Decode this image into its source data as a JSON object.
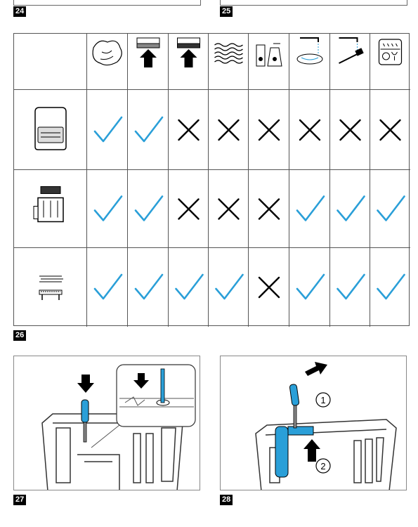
{
  "figures": {
    "fig24": {
      "number": "24"
    },
    "fig25": {
      "number": "25"
    },
    "fig26": {
      "number": "26"
    },
    "fig27": {
      "number": "27"
    },
    "fig28": {
      "number": "28"
    }
  },
  "cleaning_table": {
    "columns": [
      {
        "icon": "soft-cloth-icon"
      },
      {
        "icon": "soft-sponge-icon"
      },
      {
        "icon": "scouring-sponge-icon"
      },
      {
        "icon": "steel-wool-icon"
      },
      {
        "icon": "cleaning-spray-icon"
      },
      {
        "icon": "rinse-in-water-icon"
      },
      {
        "icon": "brush-under-tap-icon"
      },
      {
        "icon": "dishwasher-icon"
      }
    ],
    "rows": [
      {
        "item": "air-fryer-body-icon",
        "marks": [
          "check",
          "check",
          "cross",
          "cross",
          "cross",
          "cross",
          "cross",
          "cross"
        ]
      },
      {
        "item": "basket-and-insert-icon",
        "marks": [
          "check",
          "check",
          "cross",
          "cross",
          "cross",
          "check",
          "check",
          "check"
        ]
      },
      {
        "item": "grill-racks-icon",
        "marks": [
          "check",
          "check",
          "check",
          "check",
          "cross",
          "check",
          "check",
          "check"
        ]
      }
    ],
    "colors": {
      "check": "#2a9fd8",
      "cross": "#000000",
      "accent": "#2a9fd8"
    }
  },
  "fig28_steps": {
    "step1": "1",
    "step2": "2"
  }
}
